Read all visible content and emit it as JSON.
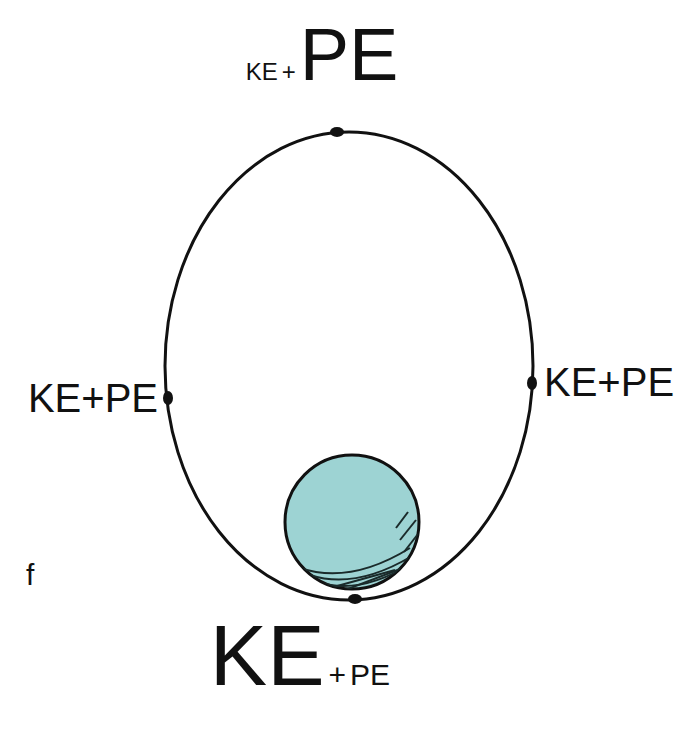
{
  "diagram": {
    "labels": [
      "KE + PE",
      "KE+PE",
      "KE+PE",
      "KE + PE",
      "f"
    ]
  }
}
